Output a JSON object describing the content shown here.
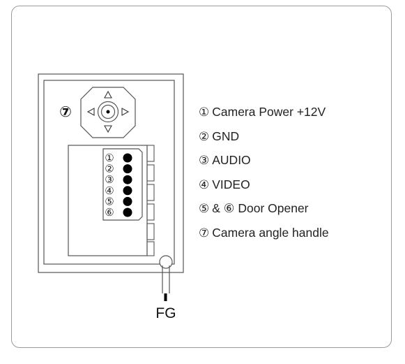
{
  "diagram": {
    "handle_number": "⑦",
    "pins": [
      "①",
      "②",
      "③",
      "④",
      "⑤",
      "⑥"
    ],
    "ground_label": "FG",
    "colors": {
      "line": "#555555",
      "pin": "#000000",
      "frame": "#9a9a9a"
    }
  },
  "legend": [
    {
      "num": "①",
      "text": "Camera Power +12V"
    },
    {
      "num": "②",
      "text": "GND"
    },
    {
      "num": "③",
      "text": "AUDIO"
    },
    {
      "num": "④",
      "text": "VIDEO"
    },
    {
      "num": "⑤",
      "text": "& ⑥ Door Opener"
    },
    {
      "num": "⑦",
      "text": "Camera angle handle"
    }
  ]
}
